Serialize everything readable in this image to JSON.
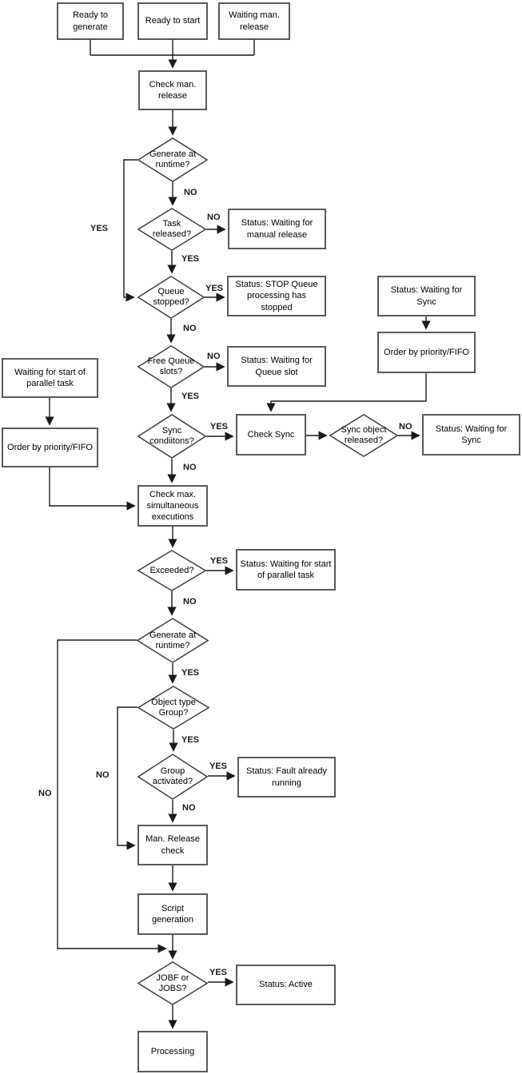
{
  "diagram": {
    "nodes": {
      "ready_to_generate": "Ready to generate",
      "ready_to_start": "Ready to start",
      "waiting_man_release": "Waiting man. release",
      "check_man_release": "Check man. release",
      "generate_at_runtime_1": "Generate at runtime?",
      "task_released": "Task released?",
      "status_waiting_manual_release": "Status: Waiting for manual release",
      "queue_stopped": "Queue stopped?",
      "status_stop_queue": "Status: STOP Queue processing has stopped",
      "free_queue_slots": "Free Queue slots?",
      "status_waiting_queue_slot": "Status: Waiting for Queue slot",
      "status_waiting_sync_top": "Status: Waiting for Sync",
      "order_by_priority_right": "Order by priority/FIFO",
      "sync_conditions": "Sync condiitons?",
      "check_sync": "Check Sync",
      "sync_object_released": "Sync object released?",
      "status_waiting_sync_right": "Status: Waiting for Sync",
      "waiting_for_start_parallel": "Waiting for start of parallel task",
      "order_by_priority_left": "Order by priority/FIFO",
      "check_max_executions": "Check max. simultaneous executions",
      "exceeded": "Exceeded?",
      "status_waiting_start_parallel": "Status: Waiting for start of parallel task",
      "generate_at_runtime_2": "Generate at runtime?",
      "object_type_group": "Object type Group?",
      "group_activated": "Group activated?",
      "status_fault_already_running": "Status: Fault already running",
      "man_release_check": "Man. Release check",
      "script_generation": "Script generation",
      "jobf_or_jobs": "JOBF or JOBS?",
      "status_active": "Status: Active",
      "processing": "Processing"
    },
    "edge_labels": {
      "yes": "YES",
      "no": "NO"
    },
    "colors": {
      "box_border": "#5a5a5a",
      "diamond_border": "#404040",
      "line": "#1a1a1a",
      "text": "#000000",
      "background": "#ffffff"
    }
  }
}
